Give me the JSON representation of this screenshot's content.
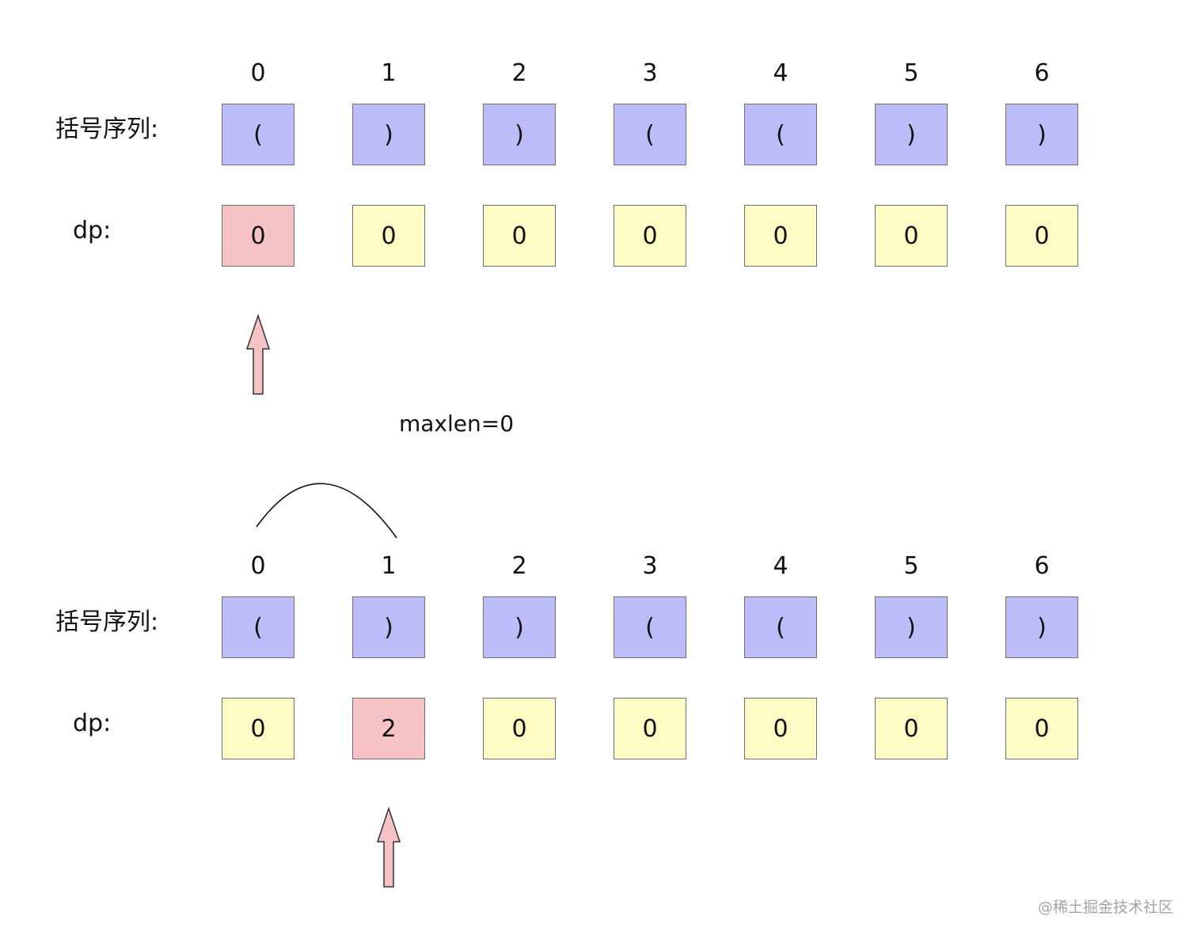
{
  "panels": [
    {
      "indices": [
        "0",
        "1",
        "2",
        "3",
        "4",
        "5",
        "6"
      ],
      "sequence_label": "括号序列:",
      "sequence": [
        "(",
        ")",
        ")",
        "(",
        "(",
        ")",
        ")"
      ],
      "dp_label": "dp:",
      "dp": [
        "0",
        "0",
        "0",
        "0",
        "0",
        "0",
        "0"
      ],
      "highlight_index": 0,
      "pointer_index": 0,
      "arc": null
    },
    {
      "indices": [
        "0",
        "1",
        "2",
        "3",
        "4",
        "5",
        "6"
      ],
      "sequence_label": "括号序列:",
      "sequence": [
        "(",
        ")",
        ")",
        "(",
        "(",
        ")",
        ")"
      ],
      "dp_label": "dp:",
      "dp": [
        "0",
        "2",
        "0",
        "0",
        "0",
        "0",
        "0"
      ],
      "highlight_index": 1,
      "pointer_index": 1,
      "arc": [
        0,
        1
      ]
    }
  ],
  "maxlen_text": "maxlen=0",
  "watermark": "@稀土掘金技术社区",
  "colors": {
    "paren_fill": "#bcbdf8",
    "dp_fill": "#fcfcc4",
    "highlight_fill": "#f5c3c3",
    "arrow_fill": "#f5c3c3",
    "border": "#6f6f6f"
  }
}
